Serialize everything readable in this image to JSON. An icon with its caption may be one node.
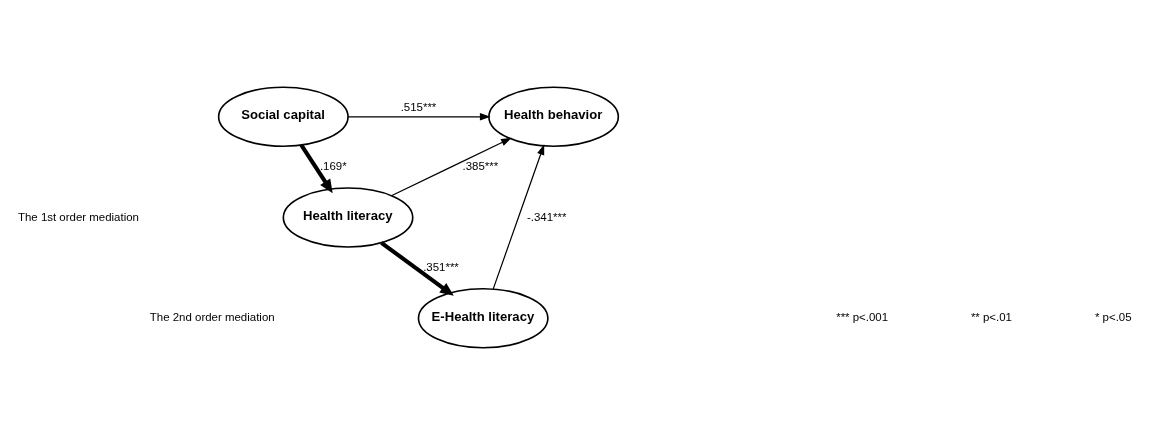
{
  "diagram": {
    "nodes": [
      {
        "text": [
          "Social capital"
        ]
      },
      {
        "text": [
          "Health behavior"
        ]
      },
      {
        "text": [
          "Health literacy"
        ]
      },
      {
        "text": [
          "E-Health literacy"
        ]
      }
    ],
    "edges": [
      {
        "from": 0,
        "to": 1,
        "arrow": "to",
        "label": ".515***"
      },
      {
        "from": 0,
        "to": 2,
        "arrow": "to",
        "label": ".169*",
        "style": "thick"
      },
      {
        "from": 2,
        "to": 1,
        "arrow": "to",
        "label": ".385***"
      },
      {
        "from": 2,
        "to": 3,
        "arrow": "to",
        "label": ".351***",
        "style": "thick"
      },
      {
        "from": 3,
        "to": 1,
        "arrow": "to",
        "label": "-.341***"
      }
    ],
    "labels": [
      "The 1st order mediation",
      "The 2nd order mediation",
      "*** p<.001",
      "** p<.01",
      "* p<.05"
    ]
  }
}
